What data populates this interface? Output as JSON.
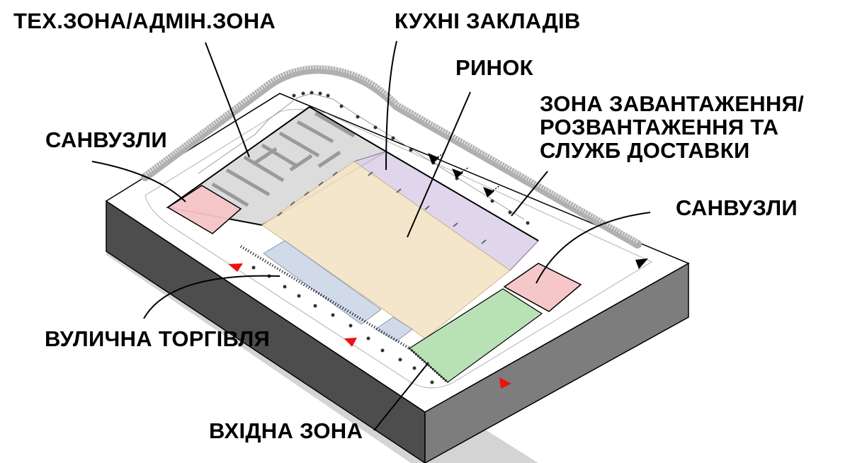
{
  "diagram": {
    "type": "isometric functional zoning diagram",
    "colors": {
      "market": "#f3e5c8",
      "kitchens": "#ddd2ea",
      "restrooms": "#f6c4c6",
      "street_trade": "#cdd8e8",
      "entrance": "#b4e0b2",
      "tech_admin": "#dcdcdc",
      "platform_top": "#ffffff",
      "platform_side": "#4d4d4d",
      "platform_side_right": "#7a7a7a",
      "shadow": "#c8c8c8",
      "entry_arrow": "#ee1111",
      "service_arrow": "#000000"
    },
    "labels": {
      "tech_admin": "ТЕХ.ЗОНА/АДМІН.ЗОНА",
      "kitchens": "КУХНІ ЗАКЛАДІВ",
      "market": "РИНОК",
      "loading": "ЗОНА ЗАВАНТАЖЕННЯ/\nРОЗВАНТАЖЕННЯ ТА\nСЛУЖБ ДОСТАВКИ",
      "restrooms_left": "САНВУЗЛИ",
      "restrooms_right": "САНВУЗЛИ",
      "street_trade": "ВУЛИЧНА ТОРГІВЛЯ",
      "entrance": "ВХІДНА ЗОНА"
    },
    "zones": [
      {
        "id": "tech_admin",
        "name": "Технічна / адміністративна зона"
      },
      {
        "id": "kitchens",
        "name": "Кухні закладів"
      },
      {
        "id": "market",
        "name": "Ринок"
      },
      {
        "id": "loading",
        "name": "Зона завантаження / розвантаження та служб доставки"
      },
      {
        "id": "restrooms_left",
        "name": "Санвузли (ліві)"
      },
      {
        "id": "restrooms_right",
        "name": "Санвузли (праві)"
      },
      {
        "id": "street_trade",
        "name": "Вулична торгівля"
      },
      {
        "id": "entrance",
        "name": "Вхідна зона"
      }
    ],
    "arrows": {
      "entry_count": 3,
      "service_count": 4
    }
  }
}
